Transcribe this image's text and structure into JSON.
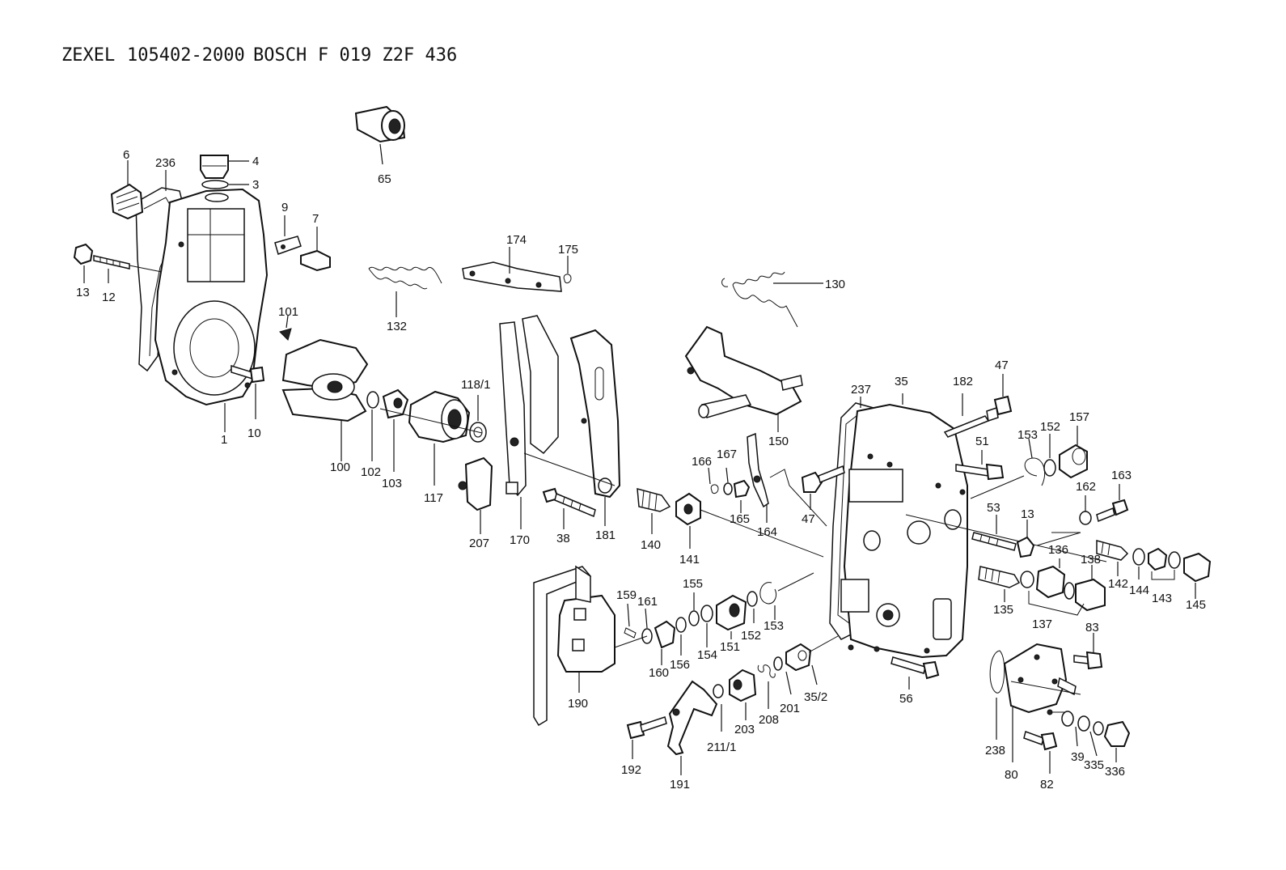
{
  "header": {
    "brand1": "ZEXEL",
    "part1": "105402-2000",
    "brand2": "BOSCH",
    "part2": "F 019 Z2F 436"
  },
  "labels": {
    "l65": "65",
    "l6": "6",
    "l236": "236",
    "l4": "4",
    "l3": "3",
    "l9": "9",
    "l7": "7",
    "l13a": "13",
    "l12": "12",
    "l101": "101",
    "l1": "1",
    "l10": "10",
    "l132": "132",
    "l174": "174",
    "l175": "175",
    "l130": "130",
    "l100": "100",
    "l102": "102",
    "l103": "103",
    "l117": "117",
    "l118_1": "118/1",
    "l207": "207",
    "l170": "170",
    "l38": "38",
    "l181": "181",
    "l140": "140",
    "l141": "141",
    "l150": "150",
    "l166": "166",
    "l167": "167",
    "l165": "165",
    "l164": "164",
    "l47a": "47",
    "l237": "237",
    "l35": "35",
    "l182": "182",
    "l47b": "47",
    "l51": "51",
    "l153a": "153",
    "l152a": "152",
    "l157": "157",
    "l163": "163",
    "l162": "162",
    "l53": "53",
    "l13b": "13",
    "l136": "136",
    "l138": "138",
    "l142": "142",
    "l144": "144",
    "l143": "143",
    "l145": "145",
    "l135": "135",
    "l137": "137",
    "l83": "83",
    "l159": "159",
    "l161": "161",
    "l155": "155",
    "l160": "160",
    "l156": "156",
    "l154": "154",
    "l151": "151",
    "l152b": "152",
    "l153b": "153",
    "l190": "190",
    "l203": "203",
    "l208": "208",
    "l201": "201",
    "l35_2": "35/2",
    "l56": "56",
    "l192": "192",
    "l191": "191",
    "l211_1": "211/1",
    "l238": "238",
    "l80": "80",
    "l82": "82",
    "l39": "39",
    "l335": "335",
    "l336": "336"
  }
}
